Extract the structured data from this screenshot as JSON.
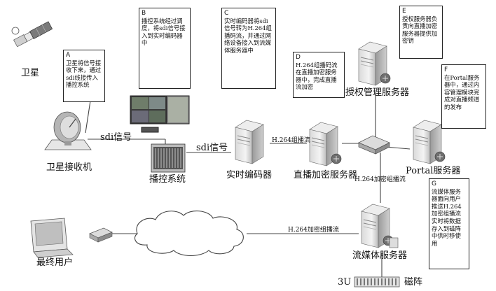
{
  "labels": {
    "satellite": "卫星",
    "satellite_receiver": "卫星接收机",
    "sdi_signal_1": "sdi信号",
    "sdi_signal_2": "sdi信号",
    "playout_system": "播控系统",
    "realtime_encoder": "实时编码器",
    "h264_multicast_1": "H.264组播流",
    "live_encryption_server": "直播加密服务器",
    "auth_server": "授权管理服务器",
    "portal_server": "Portal服务器",
    "h264_encrypted_1": "H.264加密组播流",
    "h264_encrypted_2": "H.264加密组播流",
    "streaming_server": "流媒体服务器",
    "end_user": "最终用户",
    "disk_3u": "3U",
    "disk_array": "磁阵"
  },
  "notes": [
    {
      "id": "A",
      "text": "卫星将信号接收下来，通过sdi线接传入播控系统"
    },
    {
      "id": "B",
      "text": "播控系统经过调度，将sdi信号接入到实时编码器中"
    },
    {
      "id": "C",
      "text": "实时编码器将sdi信号转为H.264组播码流，并通过网络设备接入到流媒体服务器中"
    },
    {
      "id": "D",
      "text": "H.264组播码流在直播加密服务器中，完成直播流加密"
    },
    {
      "id": "E",
      "text": "授权服务器负责向直播加密服务器提供加密钥"
    },
    {
      "id": "F",
      "text": "在Portal服务器中，通过内容管理模块完成对直播频道的发布"
    },
    {
      "id": "G",
      "text": "流媒体服务器面向用户推送H.264加密组播流实时将数据存入到磁阵中供时移使用"
    }
  ]
}
